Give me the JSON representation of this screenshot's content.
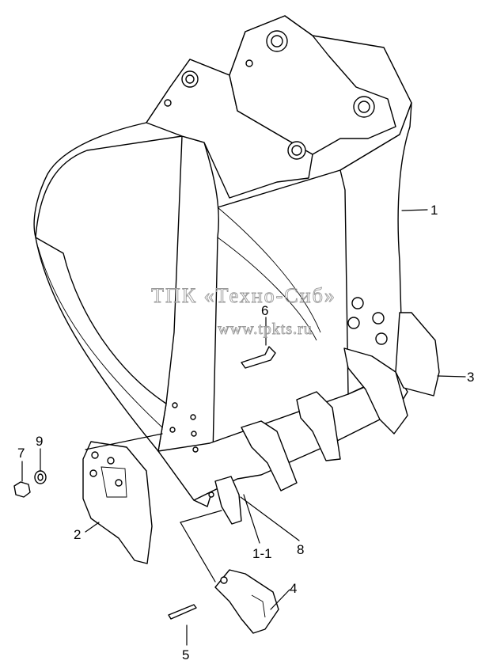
{
  "watermark": {
    "line1": "ТПК «Техно-Сиб»",
    "line2": "www.tpkts.ru"
  },
  "callouts": [
    {
      "id": "1",
      "text": "1"
    },
    {
      "id": "1-1",
      "text": "1-1"
    },
    {
      "id": "2",
      "text": "2"
    },
    {
      "id": "3",
      "text": "3"
    },
    {
      "id": "4",
      "text": "4"
    },
    {
      "id": "5",
      "text": "5"
    },
    {
      "id": "6",
      "text": "6"
    },
    {
      "id": "7",
      "text": "7"
    },
    {
      "id": "8",
      "text": "8"
    },
    {
      "id": "9",
      "text": "9"
    }
  ]
}
